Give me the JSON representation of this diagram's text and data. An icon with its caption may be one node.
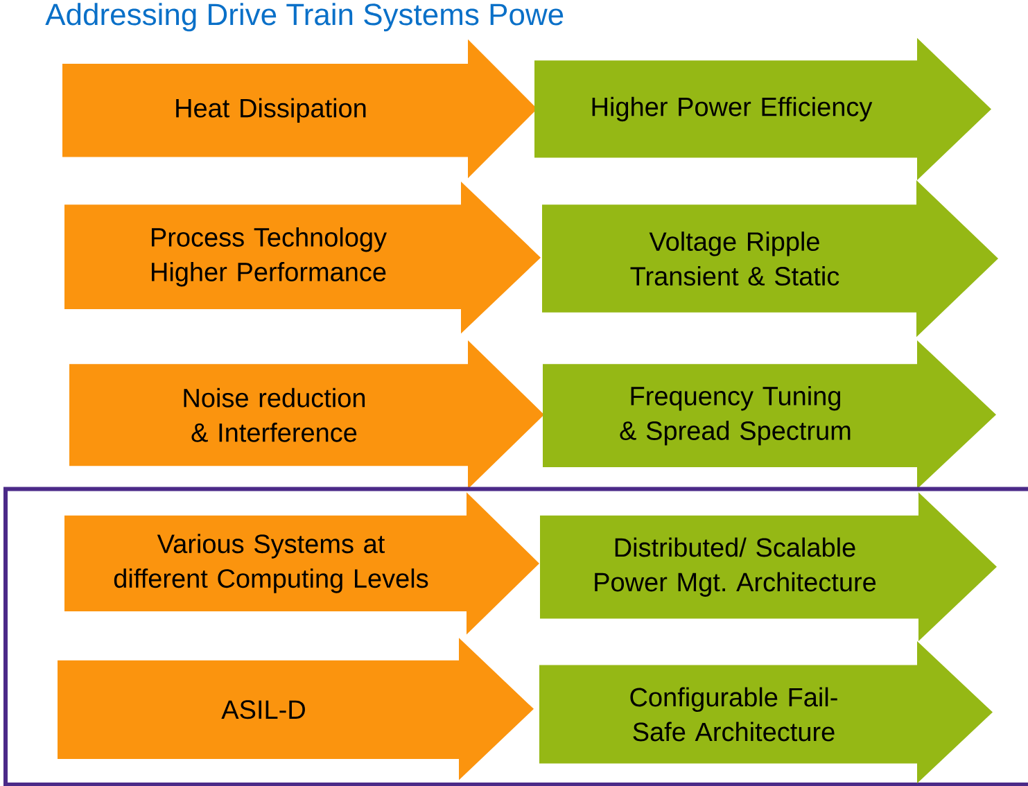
{
  "diagram": {
    "title": "Addressing Drive Train Systems Powe",
    "nodes": [
      {
        "text": [
          "Heat Dissipation"
        ]
      },
      {
        "text": [
          "Higher Power Efficiency"
        ]
      },
      {
        "text": [
          "Process Technology Higher Performance"
        ]
      },
      {
        "text": [
          "Voltage Ripple Transient & Static"
        ]
      },
      {
        "text": [
          "Noise reduction & Interference"
        ]
      },
      {
        "text": [
          "Frequency Tuning & Spread Spectrum"
        ]
      },
      {
        "text": [],
        "shape": "box"
      },
      {
        "text": [
          "Various Systems at different Computing Levels"
        ],
        "in": 6
      },
      {
        "text": [
          "Distributed/ Scalable Power Mgt. Architecture"
        ],
        "in": 6
      },
      {
        "text": [
          "ASIL-D"
        ],
        "in": 6
      },
      {
        "text": [
          "Configurable Fail-Safe Architecture"
        ],
        "in": 6
      }
    ]
  }
}
